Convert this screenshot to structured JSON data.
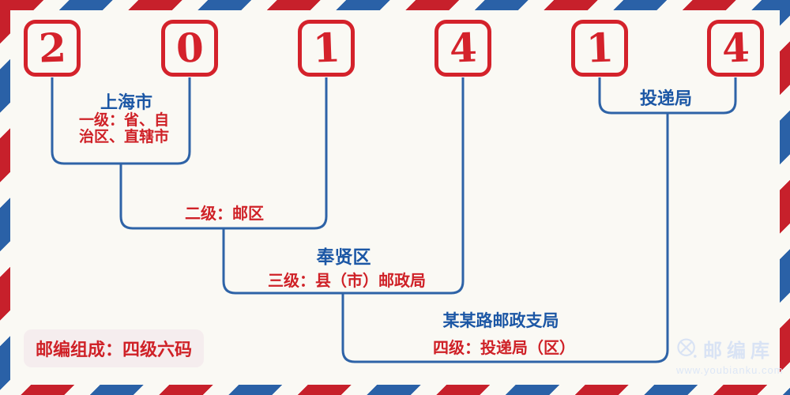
{
  "postal_code": {
    "full_code": "201414",
    "digits": [
      "2",
      "0",
      "1",
      "4",
      "1",
      "4"
    ]
  },
  "annotations": {
    "level1": {
      "name": "上海市",
      "desc_line1": "一级：省、自",
      "desc_line2": "治区、直辖市"
    },
    "level2": {
      "desc": "二级：邮区"
    },
    "level3": {
      "name": "奉贤区",
      "desc": "三级：县（市）邮政局"
    },
    "level4": {
      "name": "某某路邮政支局",
      "desc": "四级：投递局（区）"
    },
    "delivery": {
      "name": "投递局"
    }
  },
  "badge": {
    "label": "邮编组成：四级六码"
  },
  "watermark": {
    "brand": "邮编库",
    "url": "www.youbianku.com"
  },
  "colors": {
    "stripe_red": "#c7202b",
    "stripe_blue": "#2a61a7",
    "digit_red": "#d4222b",
    "label_blue": "#1c57a5",
    "label_red": "#cf2127",
    "connector_blue": "#2e63a7",
    "badge_background": "#f5edee",
    "watermark_blue": "#d9e3f4",
    "background": "#faf9f4"
  }
}
